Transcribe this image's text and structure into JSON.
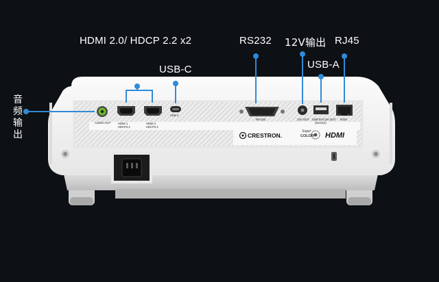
{
  "callouts": {
    "hdmi": "HDMI 2.0/ HDCP 2.2 x2",
    "usb_c": "USB-C",
    "rs232": "RS232",
    "dc_out": "12V输出",
    "rj45": "RJ45",
    "usb_a": "USB-A",
    "audio_out": "音频输出"
  },
  "panel_labels": {
    "audio_out": "AUDIO OUT",
    "hdmi1_line1": "HDMI 1",
    "hdmi1_line2": "HDCP2.2",
    "hdmi2_line1": "HDMI 2",
    "hdmi2_line2": "HDCP2.2",
    "usb_c": "USB C",
    "rs232": "RS-232",
    "dc_out": "12V OUT",
    "usb_a_line1": "USB 5V/1.5A OUT",
    "usb_a_line2": "(Service)",
    "rj45": "RJ45"
  },
  "logos": {
    "crestron": "CRESTRON.",
    "supercolor_line1": "Super",
    "supercolor_line2": "COLOR",
    "hdmi": "HDMI"
  },
  "colors": {
    "background": "#0d1014",
    "leader": "#2f8ad8",
    "audio_port": "#6dbb2a"
  }
}
